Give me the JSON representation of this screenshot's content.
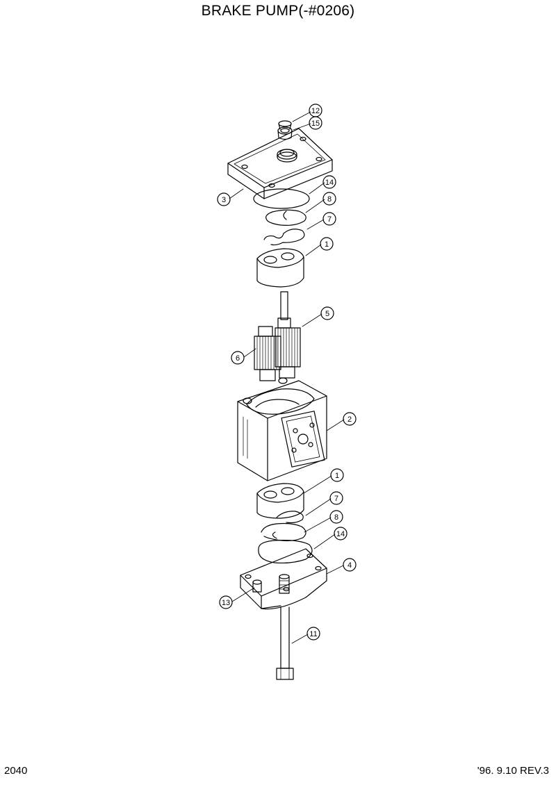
{
  "title": "BRAKE PUMP(-#0206)",
  "page_number": "2040",
  "revision": "'96. 9.10  REV.3",
  "callouts": [
    {
      "id": "c12",
      "label": "12"
    },
    {
      "id": "c15",
      "label": "15"
    },
    {
      "id": "c3",
      "label": "3"
    },
    {
      "id": "c14a",
      "label": "14"
    },
    {
      "id": "c8a",
      "label": "8"
    },
    {
      "id": "c7a",
      "label": "7"
    },
    {
      "id": "c1a",
      "label": "1"
    },
    {
      "id": "c5",
      "label": "5"
    },
    {
      "id": "c6",
      "label": "6"
    },
    {
      "id": "c2",
      "label": "2"
    },
    {
      "id": "c1b",
      "label": "1"
    },
    {
      "id": "c7b",
      "label": "7"
    },
    {
      "id": "c8b",
      "label": "8"
    },
    {
      "id": "c14b",
      "label": "14"
    },
    {
      "id": "c4",
      "label": "4"
    },
    {
      "id": "c13",
      "label": "13"
    },
    {
      "id": "c11",
      "label": "11"
    }
  ]
}
